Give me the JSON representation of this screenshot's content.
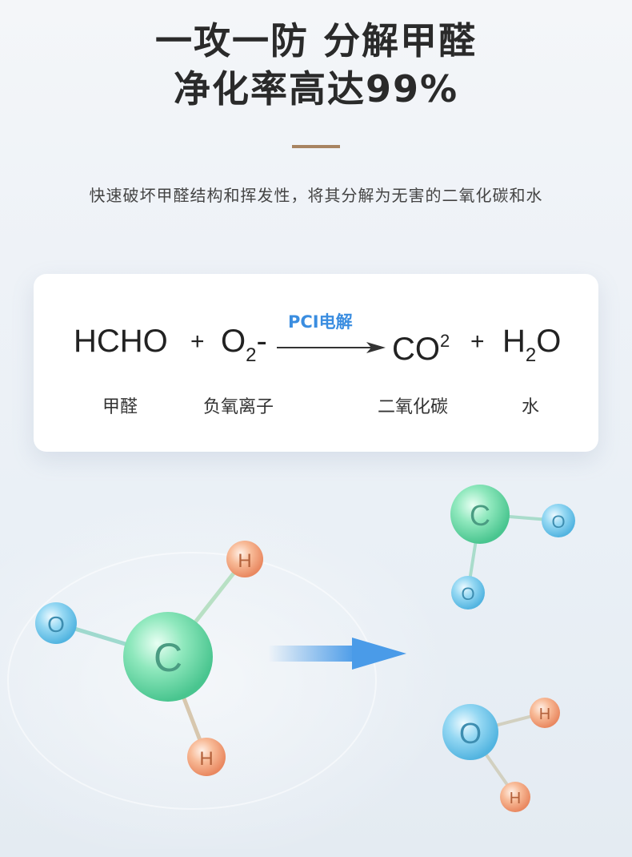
{
  "header": {
    "line1": "一攻一防 分解甲醛",
    "line2": "净化率高达99%",
    "subtitle": "快速破坏甲醛结构和挥发性，将其分解为无害的二氧化碳和水"
  },
  "equation": {
    "reactant1": "HCHO",
    "plus": "+",
    "reactant2_base": "O",
    "reactant2_sub": "2",
    "reactant2_charge": "-",
    "process": "PCI电解",
    "product1_base": "CO",
    "product1_sup": "2",
    "product2_h": "H",
    "product2_sub": "2",
    "product2_o": "O",
    "labels": {
      "reactant1": "甲醛",
      "reactant2": "负氧离子",
      "product1": "二氧化碳",
      "product2": "水"
    }
  },
  "molecules": {
    "carbon": "C",
    "oxygen": "O",
    "hydrogen": "H"
  },
  "colors": {
    "accent_divider": "#a88462",
    "process_text": "#3a8de0",
    "carbon_atom": "#6fdba6",
    "oxygen_atom": "#7ecbea",
    "hydrogen_atom": "#f2a27c",
    "transform_arrow": "#4a9be8"
  }
}
